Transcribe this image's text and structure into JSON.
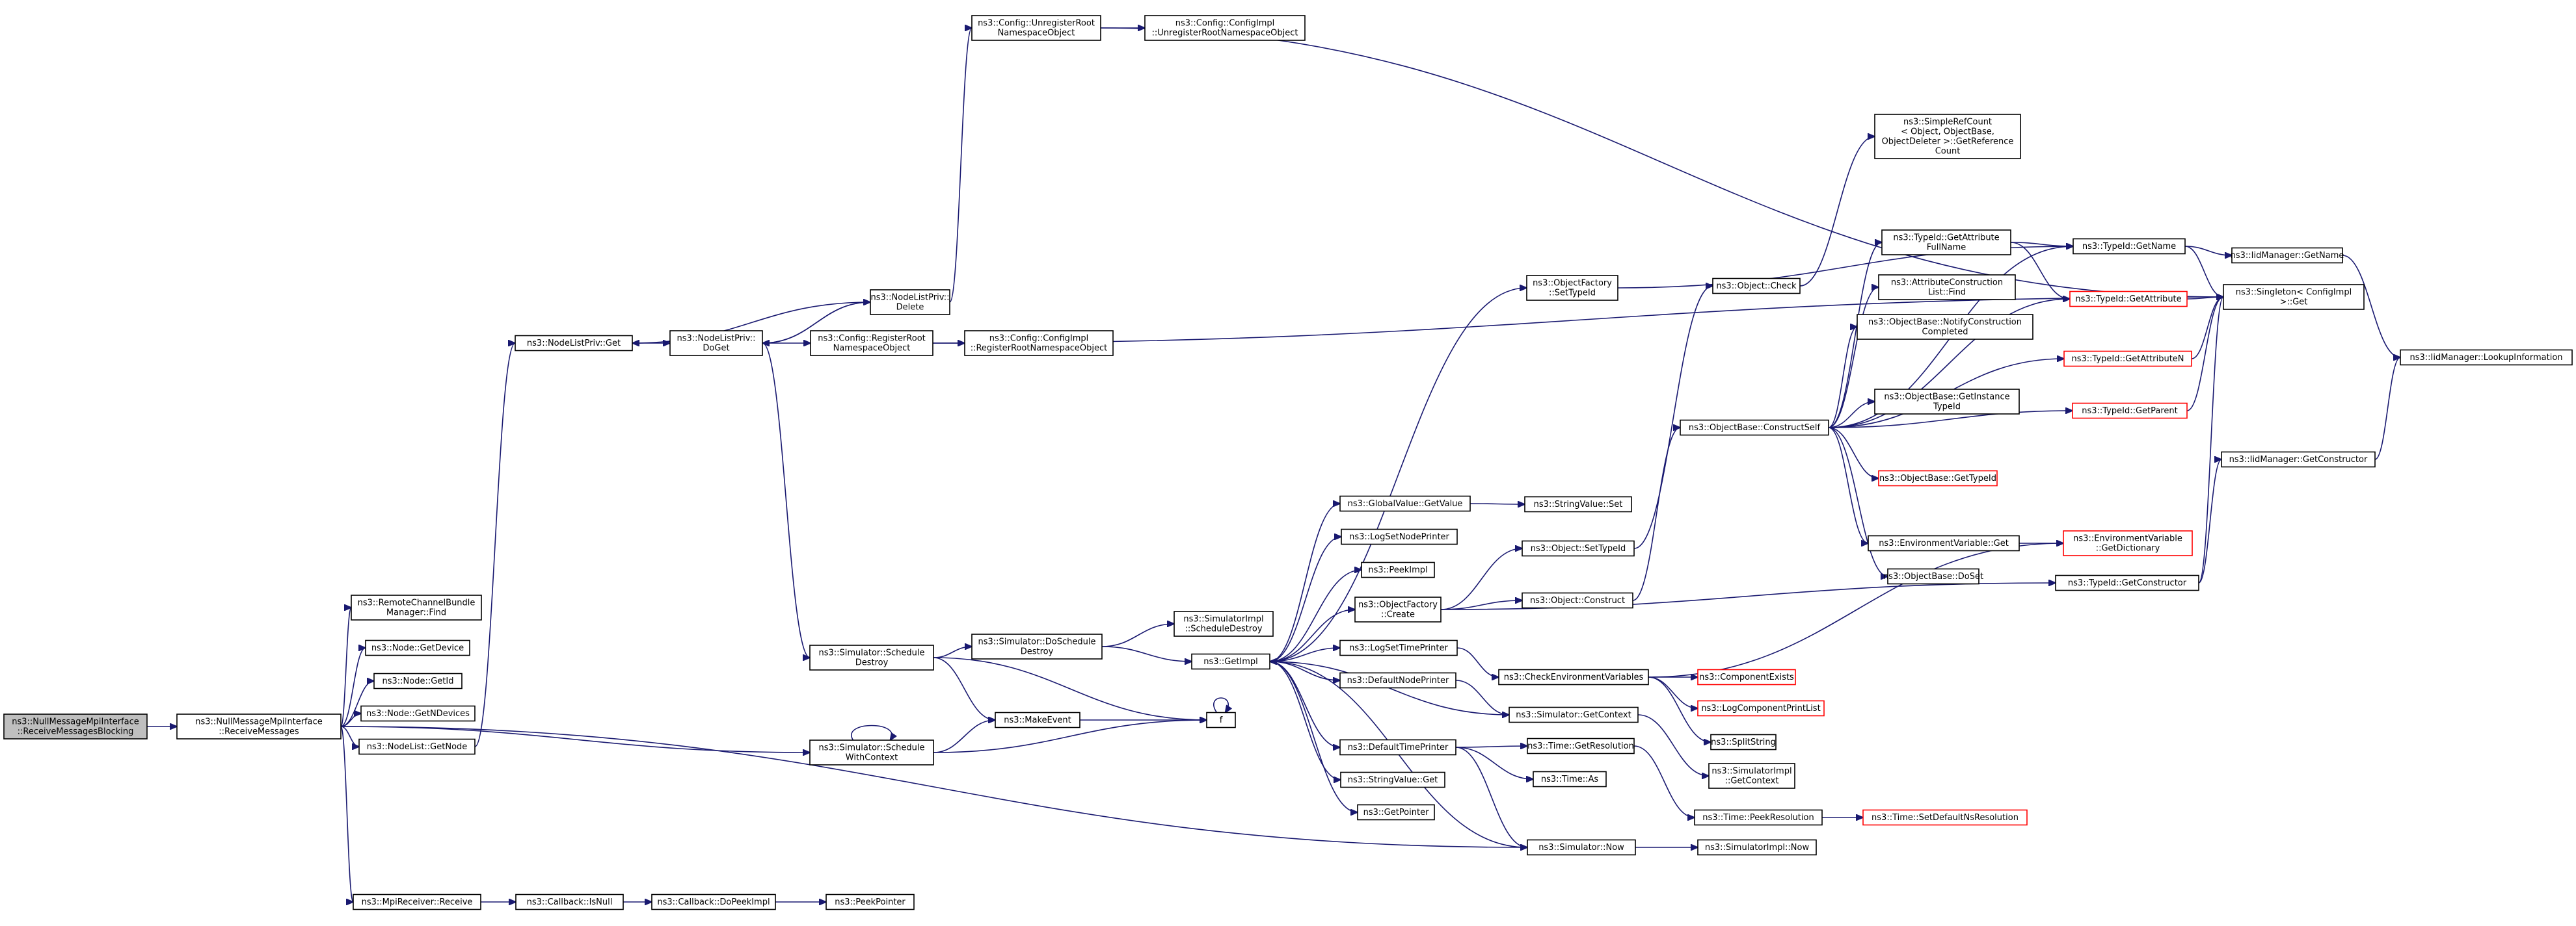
{
  "graph": {
    "title": "",
    "nodes": [
      {
        "id": "root",
        "lines": [
          "ns3::NullMessageMpiInterface",
          "::ReceiveMessagesBlocking"
        ],
        "style": "root"
      },
      {
        "id": "rm",
        "lines": [
          "ns3::NullMessageMpiInterface",
          "::ReceiveMessages"
        ],
        "style": "normal"
      },
      {
        "id": "rcbf",
        "lines": [
          "ns3::RemoteChannelBundle",
          "Manager::Find"
        ],
        "style": "normal"
      },
      {
        "id": "ngd",
        "lines": [
          "ns3::Node::GetDevice"
        ],
        "style": "normal"
      },
      {
        "id": "ngid",
        "lines": [
          "ns3::Node::GetId"
        ],
        "style": "normal"
      },
      {
        "id": "ngnd",
        "lines": [
          "ns3::Node::GetNDevices"
        ],
        "style": "normal"
      },
      {
        "id": "nlgn",
        "lines": [
          "ns3::NodeList::GetNode"
        ],
        "style": "normal"
      },
      {
        "id": "mrr",
        "lines": [
          "ns3::MpiReceiver::Receive"
        ],
        "style": "normal"
      },
      {
        "id": "nlpg",
        "lines": [
          "ns3::NodeListPriv::Get"
        ],
        "style": "normal"
      },
      {
        "id": "cbin",
        "lines": [
          "ns3::Callback::IsNull"
        ],
        "style": "normal"
      },
      {
        "id": "cbdp",
        "lines": [
          "ns3::Callback::DoPeekImpl"
        ],
        "style": "normal"
      },
      {
        "id": "pp",
        "lines": [
          "ns3::PeekPointer"
        ],
        "style": "normal"
      },
      {
        "id": "nlpdg",
        "lines": [
          "ns3::NodeListPriv::",
          "DoGet"
        ],
        "style": "normal"
      },
      {
        "id": "nlpdel",
        "lines": [
          "ns3::NodeListPriv::",
          "Delete"
        ],
        "style": "normal"
      },
      {
        "id": "cunro",
        "lines": [
          "ns3::Config::UnregisterRoot",
          "NamespaceObject"
        ],
        "style": "normal"
      },
      {
        "id": "cciu",
        "lines": [
          "ns3::Config::ConfigImpl",
          "::UnregisterRootNamespaceObject"
        ],
        "style": "normal"
      },
      {
        "id": "crro",
        "lines": [
          "ns3::Config::RegisterRoot",
          "NamespaceObject"
        ],
        "style": "normal"
      },
      {
        "id": "ccir",
        "lines": [
          "ns3::Config::ConfigImpl",
          "::RegisterRootNamespaceObject"
        ],
        "style": "normal"
      },
      {
        "id": "ssd",
        "lines": [
          "ns3::Simulator::Schedule",
          "Destroy"
        ],
        "style": "normal"
      },
      {
        "id": "sswc",
        "lines": [
          "ns3::Simulator::Schedule",
          "WithContext"
        ],
        "style": "normal"
      },
      {
        "id": "sdsd",
        "lines": [
          "ns3::Simulator::DoSchedule",
          "Destroy"
        ],
        "style": "normal"
      },
      {
        "id": "sisd",
        "lines": [
          "ns3::SimulatorImpl",
          "::ScheduleDestroy"
        ],
        "style": "normal"
      },
      {
        "id": "me",
        "lines": [
          "ns3::MakeEvent"
        ],
        "style": "normal"
      },
      {
        "id": "f",
        "lines": [
          "f"
        ],
        "style": "normal"
      },
      {
        "id": "gi",
        "lines": [
          "ns3::GetImpl"
        ],
        "style": "normal"
      },
      {
        "id": "sn",
        "lines": [
          "ns3::Simulator::Now"
        ],
        "style": "normal"
      },
      {
        "id": "sin",
        "lines": [
          "ns3::SimulatorImpl::Now"
        ],
        "style": "normal"
      },
      {
        "id": "ofst",
        "lines": [
          "ns3::ObjectFactory",
          "::SetTypeId"
        ],
        "style": "normal"
      },
      {
        "id": "gvgv",
        "lines": [
          "ns3::GlobalValue::GetValue"
        ],
        "style": "normal"
      },
      {
        "id": "lsnp",
        "lines": [
          "ns3::LogSetNodePrinter"
        ],
        "style": "normal"
      },
      {
        "id": "pi",
        "lines": [
          "ns3::PeekImpl"
        ],
        "style": "normal"
      },
      {
        "id": "ofc",
        "lines": [
          "ns3::ObjectFactory",
          "::Create"
        ],
        "style": "normal"
      },
      {
        "id": "lstp",
        "lines": [
          "ns3::LogSetTimePrinter"
        ],
        "style": "normal"
      },
      {
        "id": "dnp",
        "lines": [
          "ns3::DefaultNodePrinter"
        ],
        "style": "normal"
      },
      {
        "id": "dtp",
        "lines": [
          "ns3::DefaultTimePrinter"
        ],
        "style": "normal"
      },
      {
        "id": "svg",
        "lines": [
          "ns3::StringValue::Get"
        ],
        "style": "normal"
      },
      {
        "id": "gp",
        "lines": [
          "ns3::GetPointer"
        ],
        "style": "normal"
      },
      {
        "id": "svs",
        "lines": [
          "ns3::StringValue::Set"
        ],
        "style": "normal"
      },
      {
        "id": "ost",
        "lines": [
          "ns3::Object::SetTypeId"
        ],
        "style": "normal"
      },
      {
        "id": "oc",
        "lines": [
          "ns3::Object::Construct"
        ],
        "style": "normal"
      },
      {
        "id": "cev",
        "lines": [
          "ns3::CheckEnvironmentVariables"
        ],
        "style": "normal"
      },
      {
        "id": "sgc",
        "lines": [
          "ns3::Simulator::GetContext"
        ],
        "style": "normal"
      },
      {
        "id": "tgr",
        "lines": [
          "ns3::Time::GetResolution"
        ],
        "style": "normal"
      },
      {
        "id": "tas",
        "lines": [
          "ns3::Time::As"
        ],
        "style": "normal"
      },
      {
        "id": "ochk",
        "lines": [
          "ns3::Object::Check"
        ],
        "style": "normal"
      },
      {
        "id": "obcs",
        "lines": [
          "ns3::ObjectBase::ConstructSelf"
        ],
        "style": "normal"
      },
      {
        "id": "ce",
        "lines": [
          "ns3::ComponentExists"
        ],
        "style": "red"
      },
      {
        "id": "lcpl",
        "lines": [
          "ns3::LogComponentPrintList"
        ],
        "style": "red"
      },
      {
        "id": "ss",
        "lines": [
          "ns3::SplitString"
        ],
        "style": "normal"
      },
      {
        "id": "sigc",
        "lines": [
          "ns3::SimulatorImpl",
          "::GetContext"
        ],
        "style": "normal"
      },
      {
        "id": "tpr",
        "lines": [
          "ns3::Time::PeekResolution"
        ],
        "style": "normal"
      },
      {
        "id": "tsdr",
        "lines": [
          "ns3::Time::SetDefaultNsResolution"
        ],
        "style": "red"
      },
      {
        "id": "srcgr",
        "lines": [
          "ns3::SimpleRefCount",
          "< Object, ObjectBase,",
          "ObjectDeleter >::GetReference",
          "Count"
        ],
        "style": "normal"
      },
      {
        "id": "tigaf",
        "lines": [
          "ns3::TypeId::GetAttribute",
          "FullName"
        ],
        "style": "normal"
      },
      {
        "id": "aclf",
        "lines": [
          "ns3::AttributeConstruction",
          "List::Find"
        ],
        "style": "normal"
      },
      {
        "id": "obnc",
        "lines": [
          "ns3::ObjectBase::NotifyConstruction",
          "Completed"
        ],
        "style": "normal"
      },
      {
        "id": "obgit",
        "lines": [
          "ns3::ObjectBase::GetInstance",
          "TypeId"
        ],
        "style": "normal"
      },
      {
        "id": "obgti",
        "lines": [
          "ns3::ObjectBase::GetTypeId"
        ],
        "style": "red"
      },
      {
        "id": "evg",
        "lines": [
          "ns3::EnvironmentVariable::Get"
        ],
        "style": "normal"
      },
      {
        "id": "obds",
        "lines": [
          "ns3::ObjectBase::DoSet"
        ],
        "style": "normal"
      },
      {
        "id": "tign",
        "lines": [
          "ns3::TypeId::GetName"
        ],
        "style": "normal"
      },
      {
        "id": "tiga",
        "lines": [
          "ns3::TypeId::GetAttribute"
        ],
        "style": "red"
      },
      {
        "id": "tigan",
        "lines": [
          "ns3::TypeId::GetAttributeN"
        ],
        "style": "red"
      },
      {
        "id": "tigp",
        "lines": [
          "ns3::TypeId::GetParent"
        ],
        "style": "red"
      },
      {
        "id": "evgd",
        "lines": [
          "ns3::EnvironmentVariable",
          "::GetDictionary"
        ],
        "style": "red"
      },
      {
        "id": "tigc",
        "lines": [
          "ns3::TypeId::GetConstructor"
        ],
        "style": "normal"
      },
      {
        "id": "imgn",
        "lines": [
          "ns3::IidManager::GetName"
        ],
        "style": "normal"
      },
      {
        "id": "sgcig",
        "lines": [
          "ns3::Singleton< ConfigImpl",
          " >::Get"
        ],
        "style": "normal"
      },
      {
        "id": "imgc",
        "lines": [
          "ns3::IidManager::GetConstructor"
        ],
        "style": "normal"
      },
      {
        "id": "imli",
        "lines": [
          "ns3::IidManager::LookupInformation"
        ],
        "style": "normal"
      }
    ],
    "edges": [
      [
        "root",
        "rm"
      ],
      [
        "rm",
        "rcbf"
      ],
      [
        "rm",
        "ngd"
      ],
      [
        "rm",
        "ngid"
      ],
      [
        "rm",
        "ngnd"
      ],
      [
        "rm",
        "nlgn"
      ],
      [
        "rm",
        "sswc"
      ],
      [
        "rm",
        "mrr"
      ],
      [
        "rm",
        "sn"
      ],
      [
        "nlgn",
        "nlpg"
      ],
      [
        "nlpg",
        "nlpdg"
      ],
      [
        "nlpdg",
        "nlpdel"
      ],
      [
        "nlpdel",
        "nlpg"
      ],
      [
        "nlpdel",
        "nlpdg"
      ],
      [
        "nlpdel",
        "cunro"
      ],
      [
        "cunro",
        "cciu"
      ],
      [
        "cunro",
        "sgcig"
      ],
      [
        "nlpdg",
        "crro"
      ],
      [
        "crro",
        "ccir"
      ],
      [
        "crro",
        "sgcig"
      ],
      [
        "nlpdg",
        "ssd"
      ],
      [
        "ssd",
        "sdsd"
      ],
      [
        "ssd",
        "me"
      ],
      [
        "ssd",
        "f"
      ],
      [
        "sdsd",
        "sisd"
      ],
      [
        "sdsd",
        "gi"
      ],
      [
        "sswc",
        "sswc"
      ],
      [
        "sswc",
        "me"
      ],
      [
        "sswc",
        "f"
      ],
      [
        "me",
        "f"
      ],
      [
        "f",
        "f"
      ],
      [
        "mrr",
        "cbin"
      ],
      [
        "cbin",
        "cbdp"
      ],
      [
        "cbdp",
        "pp"
      ],
      [
        "gi",
        "ofst"
      ],
      [
        "gi",
        "gvgv"
      ],
      [
        "gi",
        "lsnp"
      ],
      [
        "gi",
        "pi"
      ],
      [
        "gi",
        "ofc"
      ],
      [
        "gi",
        "lstp"
      ],
      [
        "gi",
        "dnp"
      ],
      [
        "gi",
        "dtp"
      ],
      [
        "gi",
        "svg"
      ],
      [
        "gi",
        "gp"
      ],
      [
        "gvgv",
        "svs"
      ],
      [
        "ofc",
        "ost"
      ],
      [
        "ofc",
        "oc"
      ],
      [
        "ofc",
        "tigc"
      ],
      [
        "lstp",
        "cev"
      ],
      [
        "dnp",
        "sgc"
      ],
      [
        "sgc",
        "gi"
      ],
      [
        "sgc",
        "sigc"
      ],
      [
        "dtp",
        "tgr"
      ],
      [
        "dtp",
        "tas"
      ],
      [
        "dtp",
        "sn"
      ],
      [
        "sn",
        "gi"
      ],
      [
        "sn",
        "sin"
      ],
      [
        "tgr",
        "tpr"
      ],
      [
        "tpr",
        "tsdr"
      ],
      [
        "cev",
        "ce"
      ],
      [
        "cev",
        "lcpl"
      ],
      [
        "cev",
        "ss"
      ],
      [
        "cev",
        "evgd"
      ],
      [
        "ost",
        "ochk"
      ],
      [
        "ochk",
        "srcgr"
      ],
      [
        "oc",
        "obcs"
      ],
      [
        "obcs",
        "tigaf"
      ],
      [
        "obcs",
        "aclf"
      ],
      [
        "obcs",
        "obnc"
      ],
      [
        "obcs",
        "obgit"
      ],
      [
        "obcs",
        "obgti"
      ],
      [
        "obcs",
        "evg"
      ],
      [
        "obcs",
        "obds"
      ],
      [
        "obcs",
        "tign"
      ],
      [
        "obcs",
        "tiga"
      ],
      [
        "obcs",
        "tigan"
      ],
      [
        "obcs",
        "tigp"
      ],
      [
        "evg",
        "evgd"
      ],
      [
        "tigaf",
        "tign"
      ],
      [
        "tigaf",
        "tiga"
      ],
      [
        "tign",
        "imgn"
      ],
      [
        "tign",
        "sgcig"
      ],
      [
        "tiga",
        "sgcig"
      ],
      [
        "tigan",
        "sgcig"
      ],
      [
        "tigp",
        "sgcig"
      ],
      [
        "tigc",
        "imgc"
      ],
      [
        "tigc",
        "sgcig"
      ],
      [
        "imgn",
        "imli"
      ],
      [
        "imgc",
        "imli"
      ],
      [
        "ofst",
        "tign"
      ]
    ]
  }
}
